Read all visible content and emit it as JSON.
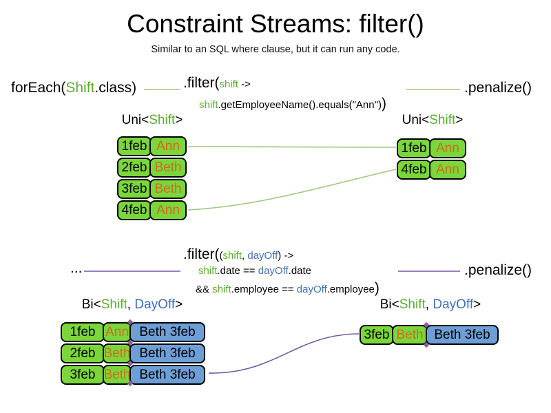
{
  "title": "Constraint Streams: filter()",
  "subtitle": "Similar to an SQL where clause, but it can run any code.",
  "colors": {
    "green_cell": "#7AD63A",
    "blue_cell": "#6D9ED6",
    "green_text": "#5BAD31",
    "blue_text": "#3E6FB8",
    "orange_text": "#D2691E",
    "green_line": "#9FC77F",
    "purple_line": "#75589F",
    "diamond": "#8E5D9C"
  },
  "section1": {
    "foreach_tokens": [
      "forEach(",
      "Shift",
      ".class)"
    ],
    "filter_head_tokens": [
      ".filter(",
      "shift",
      " ->"
    ],
    "filter_body_tokens": [
      "shift",
      ".getEmployeeName().equals(\"Ann\")",
      ")"
    ],
    "penalize": ".penalize()",
    "uni_label_tokens": [
      "Uni<",
      "Shift",
      ">"
    ],
    "table_left": {
      "rows": [
        {
          "date": "1feb",
          "name": "Ann"
        },
        {
          "date": "2feb",
          "name": "Beth"
        },
        {
          "date": "3feb",
          "name": "Beth"
        },
        {
          "date": "4feb",
          "name": "Ann"
        }
      ]
    },
    "table_right": {
      "rows": [
        {
          "date": "1feb",
          "name": "Ann"
        },
        {
          "date": "4feb",
          "name": "Ann"
        }
      ]
    }
  },
  "section2": {
    "ellipsis": "...",
    "filter_head_tokens": [
      ".filter(",
      "(",
      "shift",
      ", ",
      "dayOff",
      ")",
      " ->"
    ],
    "filter_line2_tokens": [
      "shift",
      ".date == ",
      "dayOff",
      ".date"
    ],
    "filter_line3_tokens": [
      "&& ",
      "shift",
      ".employee == ",
      "dayOff",
      ".employee",
      ")"
    ],
    "penalize": ".penalize()",
    "bi_label_tokens": [
      "Bi<",
      "Shift",
      ", ",
      "DayOff",
      ">"
    ],
    "table_left": {
      "rows": [
        {
          "date": "1feb",
          "name": "Ann",
          "pair": "Beth 3feb"
        },
        {
          "date": "2feb",
          "name": "Beth",
          "pair": "Beth 3feb"
        },
        {
          "date": "3feb",
          "name": "Beth",
          "pair": "Beth 3feb"
        }
      ]
    },
    "table_right": {
      "rows": [
        {
          "date": "3feb",
          "name": "Beth",
          "pair": "Beth 3feb"
        }
      ]
    }
  }
}
